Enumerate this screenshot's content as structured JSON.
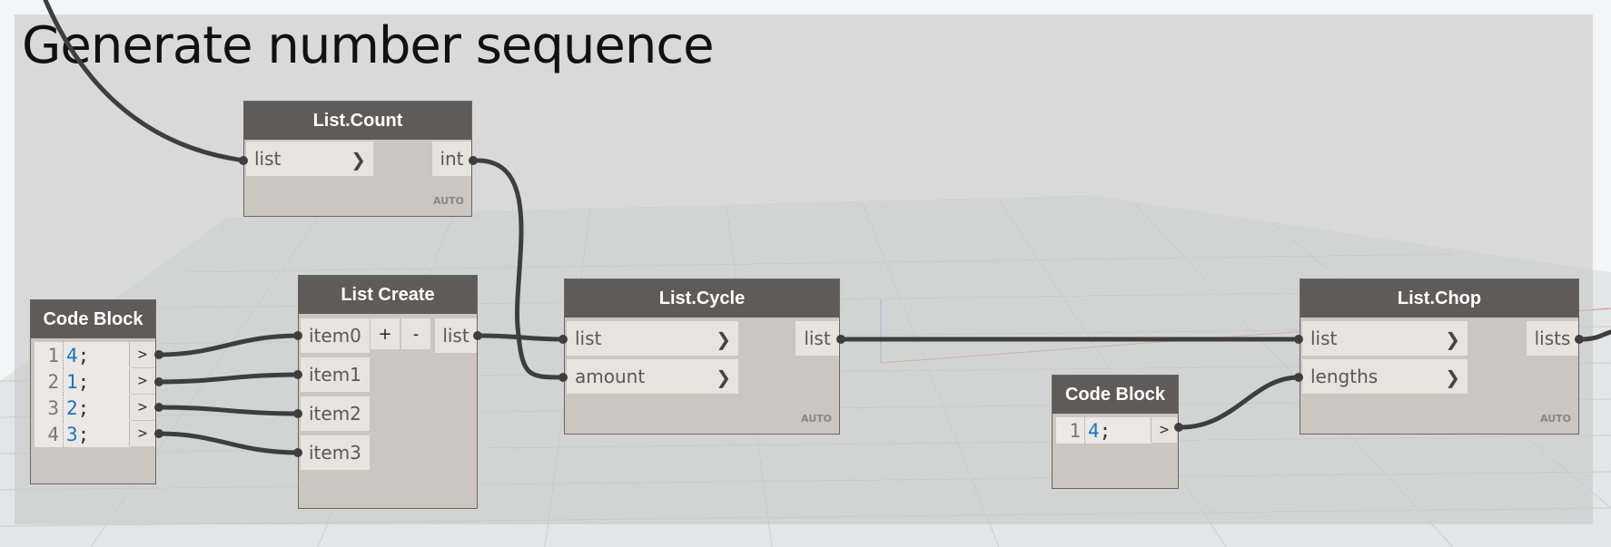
{
  "canvas": {
    "background": "#f4f5f6",
    "group_color": "#cdcdcd"
  },
  "group": {
    "title": "Generate number sequence"
  },
  "nodes": {
    "list_count": {
      "title": "List.Count",
      "inputs": [
        "list"
      ],
      "outputs": [
        "int"
      ],
      "lacing": "AUTO"
    },
    "code_block_1": {
      "title": "Code Block",
      "lines": [
        {
          "n": "1",
          "value": "4",
          "semi": ";"
        },
        {
          "n": "2",
          "value": "1",
          "semi": ";"
        },
        {
          "n": "3",
          "value": "2",
          "semi": ";"
        },
        {
          "n": "4",
          "value": "3",
          "semi": ";"
        }
      ],
      "output_glyph": ">"
    },
    "list_create": {
      "title": "List Create",
      "inputs": [
        "item0",
        "item1",
        "item2",
        "item3"
      ],
      "outputs": [
        "list"
      ],
      "add_label": "+",
      "remove_label": "-"
    },
    "list_cycle": {
      "title": "List.Cycle",
      "inputs": [
        "list",
        "amount"
      ],
      "outputs": [
        "list"
      ],
      "lacing": "AUTO"
    },
    "code_block_2": {
      "title": "Code Block",
      "lines": [
        {
          "n": "1",
          "value": "4",
          "semi": ";"
        }
      ],
      "output_glyph": ">"
    },
    "list_chop": {
      "title": "List.Chop",
      "inputs": [
        "list",
        "lengths"
      ],
      "outputs": [
        "lists"
      ],
      "lacing": "AUTO"
    }
  },
  "colors": {
    "node_header": "#5e5b58",
    "node_body": "#cbc6bf",
    "port": "#e7e4df",
    "wire": "#3e3e3e",
    "code_number": "#1a73c8"
  },
  "icons": {
    "input_arrow": "chevron-right-icon"
  }
}
